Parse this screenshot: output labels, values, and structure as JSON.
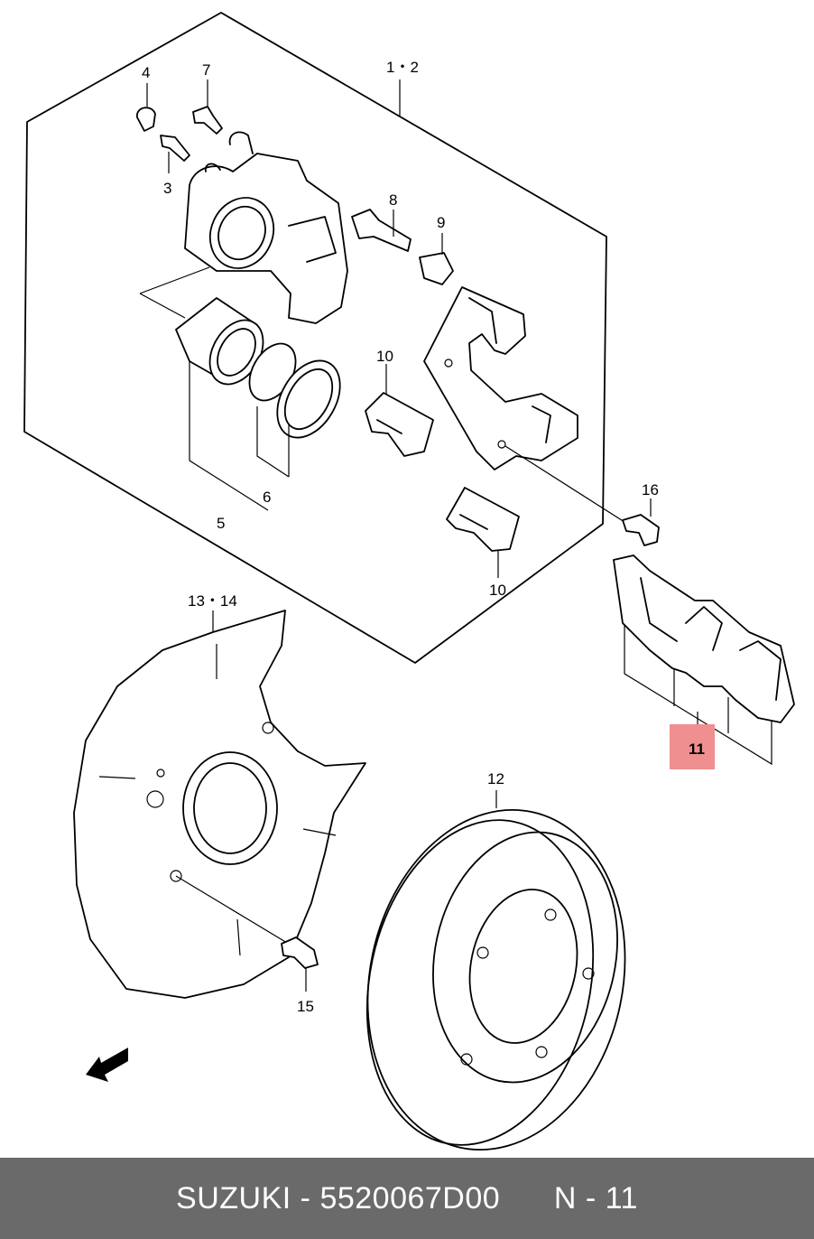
{
  "diagram": {
    "labels": {
      "caliper_assembly": "1・2",
      "dust_cap": "4",
      "bolt_7": "7",
      "bleeder": "3",
      "pin_8": "8",
      "boot_9": "9",
      "shim_10_upper": "10",
      "shim_10_lower": "10",
      "seal_6": "6",
      "piston_5": "5",
      "bolt_16": "16",
      "pads_11": "11",
      "dust_cover": "13・14",
      "bolt_15": "15",
      "disc_12": "12"
    },
    "highlight_color": "#f08f8f",
    "front_arrow_icon": "front-direction-arrow-icon"
  },
  "footer": {
    "brand": "SUZUKI",
    "separator": " - ",
    "part_number": "5520067D00",
    "callout": "N - 11",
    "background": "#6a6a6a"
  }
}
